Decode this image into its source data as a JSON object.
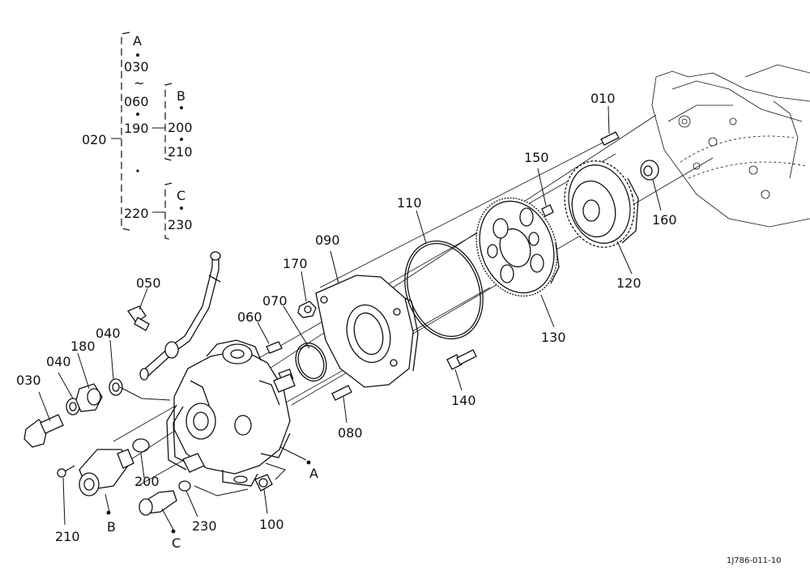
{
  "bracket": {
    "main_ref": "020",
    "group_a": "A",
    "a_first": "030",
    "a_tilde": "~",
    "a_mid": "060",
    "a_last": "190",
    "group_b": "B",
    "b_first": "200",
    "b_last": "210",
    "group_c": "C",
    "c_first": "220",
    "c_last": "230"
  },
  "callouts": {
    "p010": "010",
    "p030": "030",
    "p040a": "040",
    "p040b": "040",
    "p050": "050",
    "p060": "060",
    "p070": "070",
    "p080": "080",
    "p090": "090",
    "p100": "100",
    "p110": "110",
    "p120": "120",
    "p130": "130",
    "p140": "140",
    "p150": "150",
    "p160": "160",
    "p170": "170",
    "p180": "180",
    "p200": "200",
    "p210": "210",
    "p230": "230",
    "ref_a": "A",
    "ref_b": "B",
    "ref_c": "C"
  },
  "figure_code": "1J786-011-10"
}
